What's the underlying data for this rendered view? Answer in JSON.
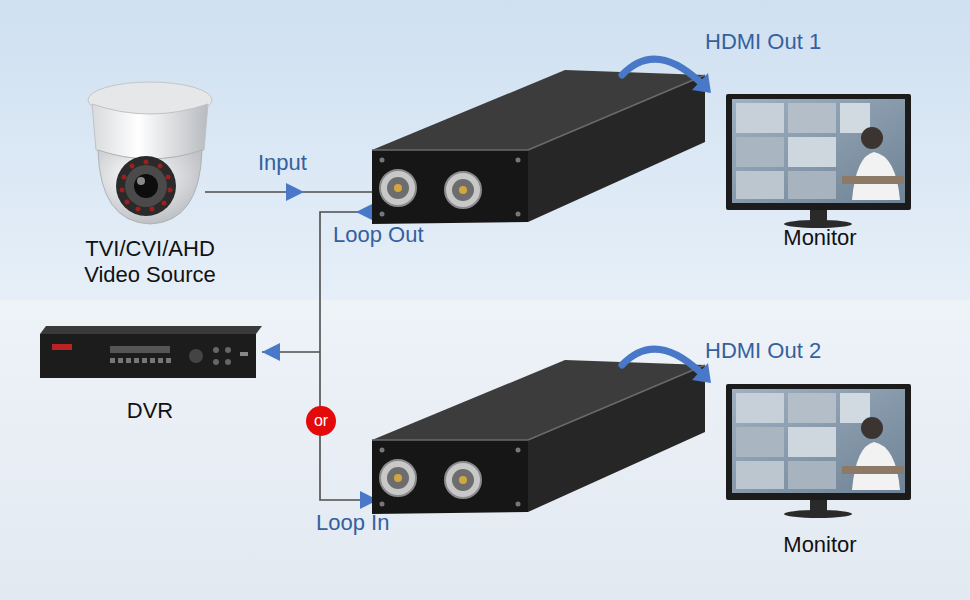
{
  "diagram": {
    "nodes": [
      {
        "text": [
          "TVI/CVI/AHD Video Source"
        ]
      },
      {
        "text": [
          "Monitor"
        ]
      },
      {
        "text": [
          "DVR"
        ]
      },
      {
        "text": [
          "Monitor"
        ]
      }
    ],
    "labels": [
      "Input",
      "Loop Out",
      "HDMI Out 1",
      "or",
      "Loop In",
      "HDMI Out 2"
    ]
  }
}
